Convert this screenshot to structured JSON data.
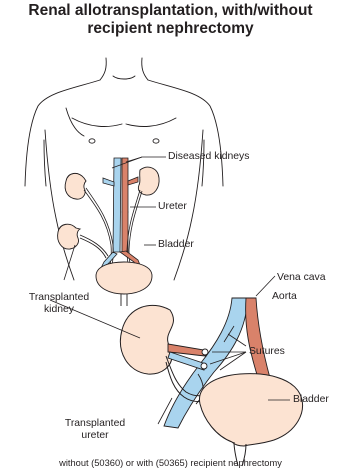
{
  "title": {
    "line1": "Renal allotransplantation, with/without",
    "line2": "recipient nephrectomy"
  },
  "labels": {
    "diseased_kidneys": "Diseased kidneys",
    "ureter": "Ureter",
    "bladder_upper": "Bladder",
    "transplanted_kidney_line1": "Transplanted",
    "transplanted_kidney_line2": "kidney",
    "vena_cava": "Vena cava",
    "aorta": "Aorta",
    "sutures": "Sutures",
    "bladder_lower": "Bladder",
    "transplanted_ureter_line1": "Transplanted",
    "transplanted_ureter_line2": "ureter"
  },
  "caption": "without (50360) or with (50365) recipient nephrectomy",
  "colors": {
    "kidney_fill": "#fce3d2",
    "vein_blue": "#a9d4ee",
    "artery_red": "#d9826a",
    "line": "#231f20"
  }
}
